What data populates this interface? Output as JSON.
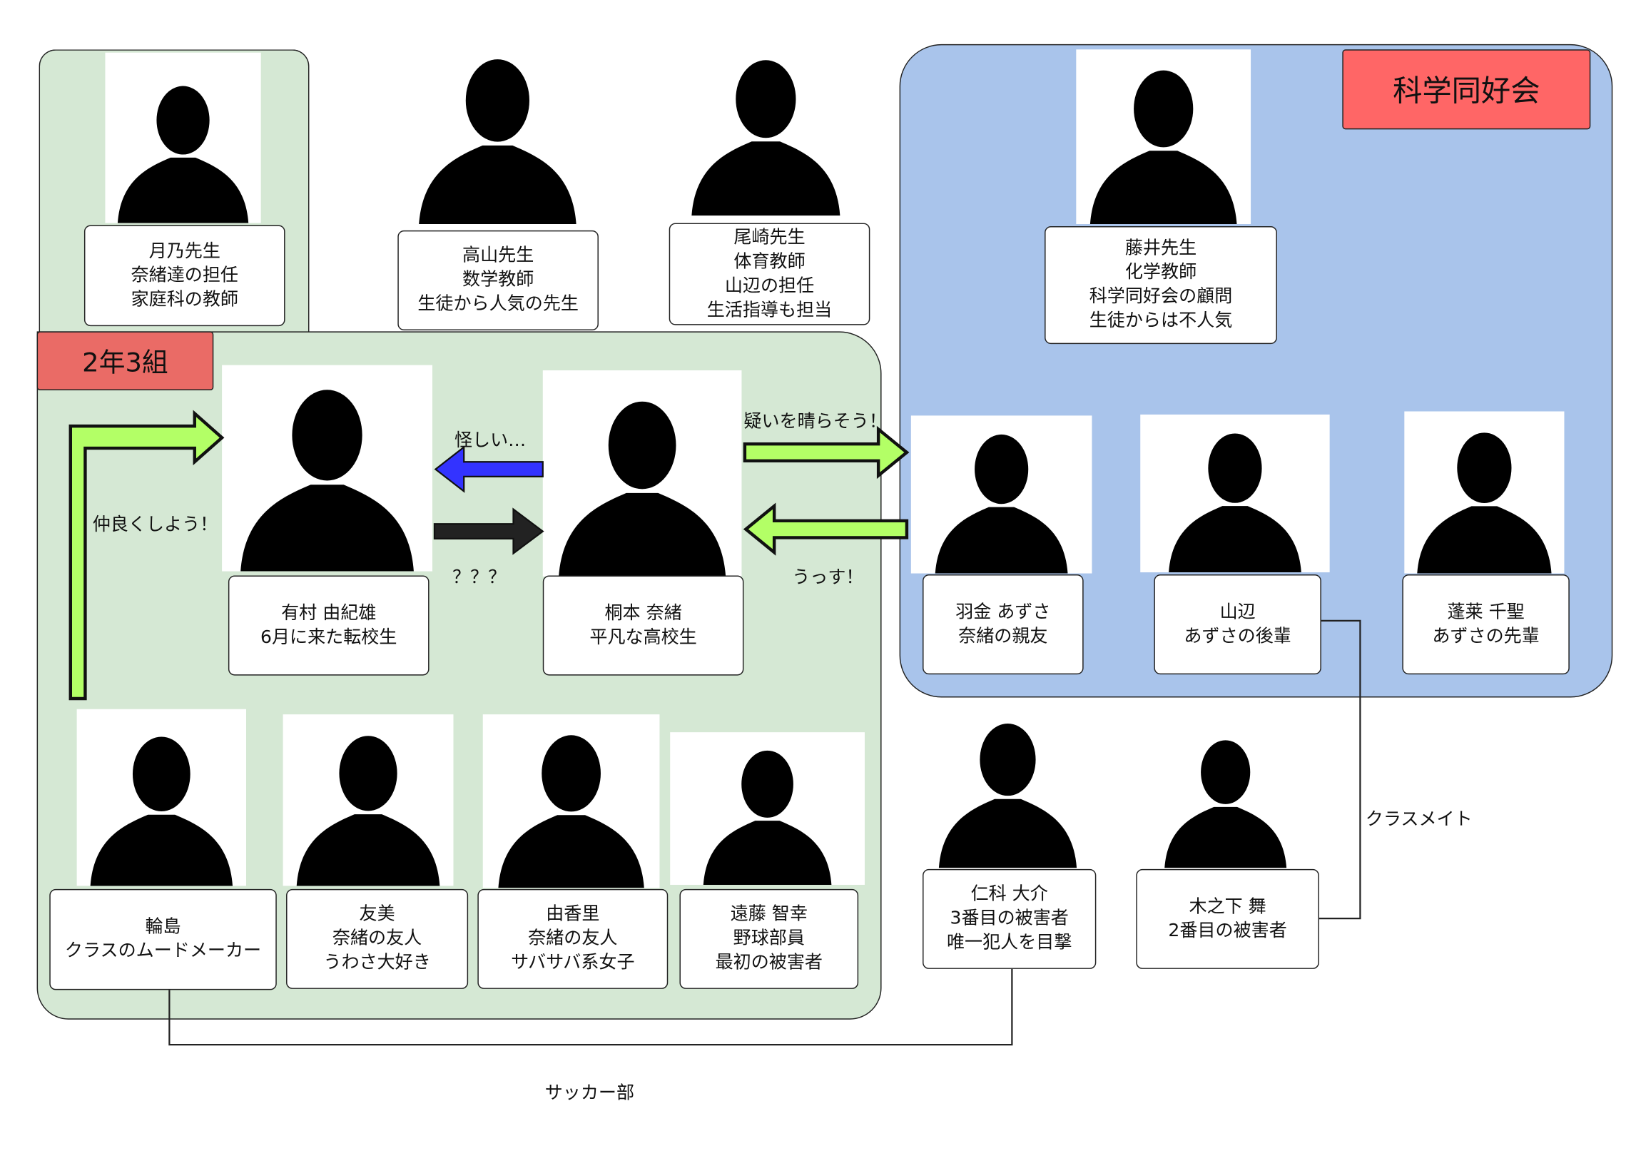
{
  "groups": {
    "class_label": "2年3組",
    "club_label": "科学同好会"
  },
  "cards": [
    {
      "id": "tsukino",
      "lines": [
        "月乃先生",
        "奈緒達の担任",
        "家庭科の教師"
      ]
    },
    {
      "id": "takayama",
      "lines": [
        "高山先生",
        "数学教師",
        "生徒から人気の先生"
      ]
    },
    {
      "id": "ozaki",
      "lines": [
        "尾崎先生",
        "体育教師",
        "山辺の担任",
        "生活指導も担当"
      ]
    },
    {
      "id": "fujii",
      "lines": [
        "藤井先生",
        "化学教師",
        "科学同好会の顧問",
        "生徒からは不人気"
      ]
    },
    {
      "id": "arimura",
      "lines": [
        "有村 由紀雄",
        "6月に来た転校生"
      ]
    },
    {
      "id": "kirimoto",
      "lines": [
        "桐本 奈緒",
        "平凡な高校生"
      ]
    },
    {
      "id": "hagane",
      "lines": [
        "羽金 あずさ",
        "奈緒の親友"
      ]
    },
    {
      "id": "yamabe",
      "lines": [
        "山辺",
        "あずさの後輩"
      ]
    },
    {
      "id": "horai",
      "lines": [
        "蓬莱 千聖",
        "あずさの先輩"
      ]
    },
    {
      "id": "wajima",
      "lines": [
        "輪島",
        "クラスのムードメーカー"
      ]
    },
    {
      "id": "tomomi",
      "lines": [
        "友美",
        "奈緒の友人",
        "うわさ大好き"
      ]
    },
    {
      "id": "yukari",
      "lines": [
        "由香里",
        "奈緒の友人",
        "サバサバ系女子"
      ]
    },
    {
      "id": "endo",
      "lines": [
        "遠藤 智幸",
        "野球部員",
        "最初の被害者"
      ]
    },
    {
      "id": "nishina",
      "lines": [
        "仁科 大介",
        "3番目の被害者",
        "唯一犯人を目撃"
      ]
    },
    {
      "id": "kinoshita",
      "lines": [
        "木之下 舞",
        "2番目の被害者"
      ]
    }
  ],
  "arrows": {
    "friendly": "仲良くしよう！",
    "suspicious": "怪しい…",
    "unknown": "？？？",
    "clear_doubt": "疑いを晴らそう！",
    "ussu": "うっす！"
  },
  "connectors": {
    "classmate": "クラスメイト",
    "soccer": "サッカー部"
  },
  "colors": {
    "class_bg": "#d5e8d4",
    "club_bg": "#a9c4eb",
    "tag_red": "#ff6666",
    "arrow_green": "#b3ff66",
    "arrow_blue": "#3333ff",
    "arrow_black": "#222222"
  }
}
